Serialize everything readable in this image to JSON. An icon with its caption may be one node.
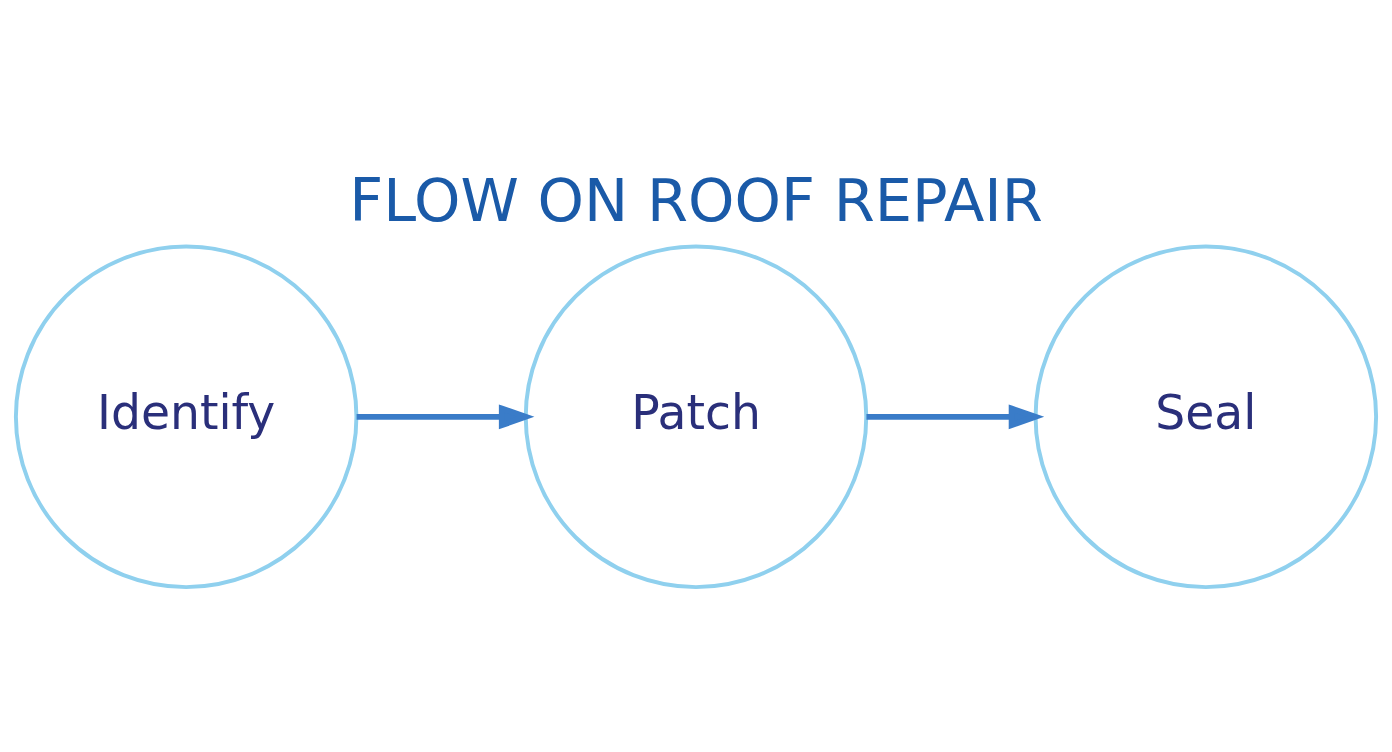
{
  "diagram": {
    "title": "FLOW ON ROOF REPAIR",
    "nodes": [
      {
        "text": [
          "Identify"
        ]
      },
      {
        "text": [
          "Patch"
        ]
      },
      {
        "text": [
          "Seal"
        ]
      }
    ],
    "edges": [
      {
        "from": 0,
        "to": 1,
        "arrow": "to"
      },
      {
        "from": 1,
        "to": 2,
        "arrow": "to"
      }
    ]
  }
}
